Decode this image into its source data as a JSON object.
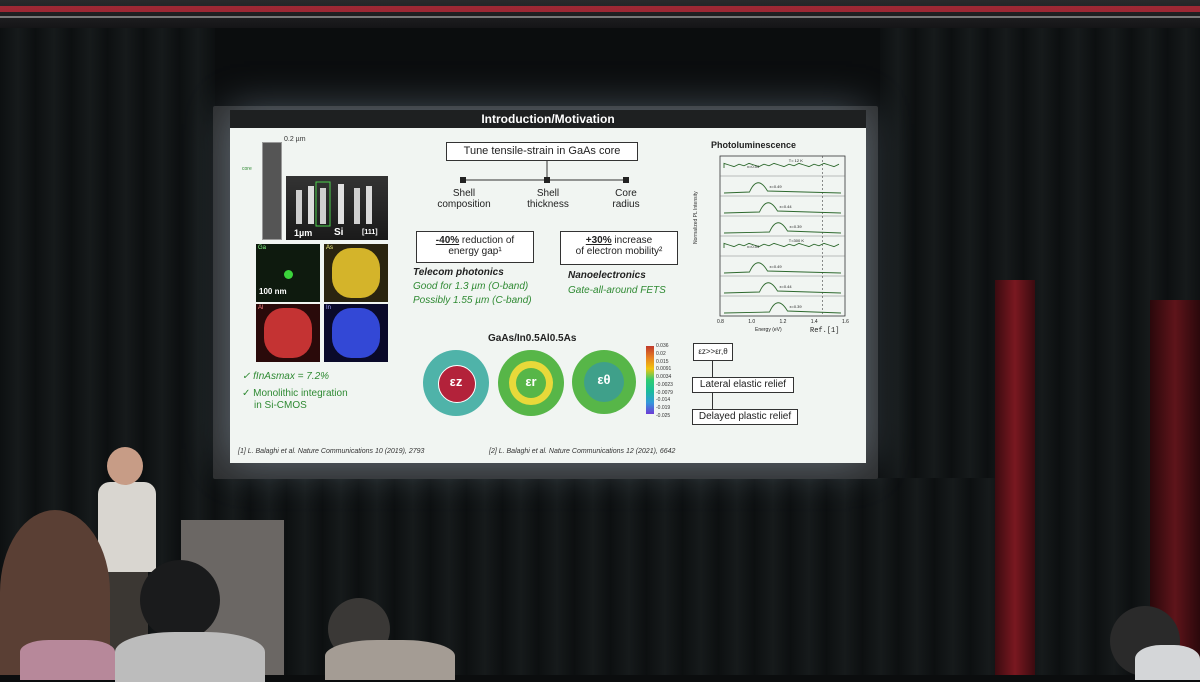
{
  "slide": {
    "title": "Introduction/Motivation",
    "microscopy": {
      "scale_top": "0.2 µm",
      "core_tag": "core",
      "scale_sem": "1µm",
      "si_label": "Si",
      "direction": "[111]",
      "ga_label": "Ga",
      "as_label": "As",
      "al_label": "Al",
      "in_label": "In",
      "scale_edx": "100 nm"
    },
    "fmax": "✓ fInAsmax = 7.2%",
    "monolithic_line1": "✓  Monolithic integration",
    "monolithic_line2": "in Si-CMOS",
    "tune_box": "Tune tensile-strain in GaAs core",
    "params": [
      {
        "line1": "Shell",
        "line2": "composition"
      },
      {
        "line1": "Shell",
        "line2": "thickness"
      },
      {
        "line1": "Core",
        "line2": "radius"
      }
    ],
    "box1_pct": "-40%",
    "box1_rest": " reduction of",
    "box1_line2": "energy gap¹",
    "box2_pct": "+30%",
    "box2_rest": " increase",
    "box2_line2": "of electron mobility²",
    "telecom_title": "Telecom photonics",
    "telecom_l1": "Good for 1.3 µm (O-band)",
    "telecom_l2": "Possibly 1.55 µm (C-band)",
    "nano_title": "Nanoelectronics",
    "nano_l1": "Gate-all-around FETS",
    "material": "GaAs/In0.5Al0.5As",
    "strain_z": "εz",
    "strain_r": "εr",
    "strain_theta": "εθ",
    "colorbar_ticks": [
      "0.036",
      "0.02",
      "0.015",
      "0.0091",
      "0.0034",
      "-0.0023",
      "-0.0079",
      "-0.014",
      "-0.019",
      "-0.025"
    ],
    "pl_title": "Photoluminescence",
    "pl_ylabel": "Normalized PL Intensity",
    "pl_xlabel": "Energy (eV)",
    "pl_ref": "Ref.[1]",
    "pl_temp_low": "T= 12 K",
    "pl_temp_high": "T=300 K",
    "pl_x_ticks": [
      "0.8",
      "1.0",
      "1.2",
      "1.4",
      "1.6"
    ],
    "pl_curves_top": [
      "x=0.54",
      "x=0.49",
      "x=0.44",
      "x=0.39"
    ],
    "pl_curves_bot": [
      "x=0.54",
      "x=0.49",
      "x=0.44",
      "x=0.39"
    ],
    "flow_top": "εz>>εr,θ",
    "flow_mid": "Lateral elastic relief",
    "flow_bot": "Delayed plastic relief",
    "ref1": "[1] L. Balaghi et al. Nature Communications 10 (2019), 2793",
    "ref2": "[2] L. Balaghi et al. Nature Communications 12 (2021), 6642"
  },
  "colors": {
    "slide_bg": "#f1f5f2",
    "accent_green": "#2f8a33",
    "strain_red": "#b3223a",
    "ring_teal": "#4fb3a9",
    "ring_green": "#57b648"
  }
}
